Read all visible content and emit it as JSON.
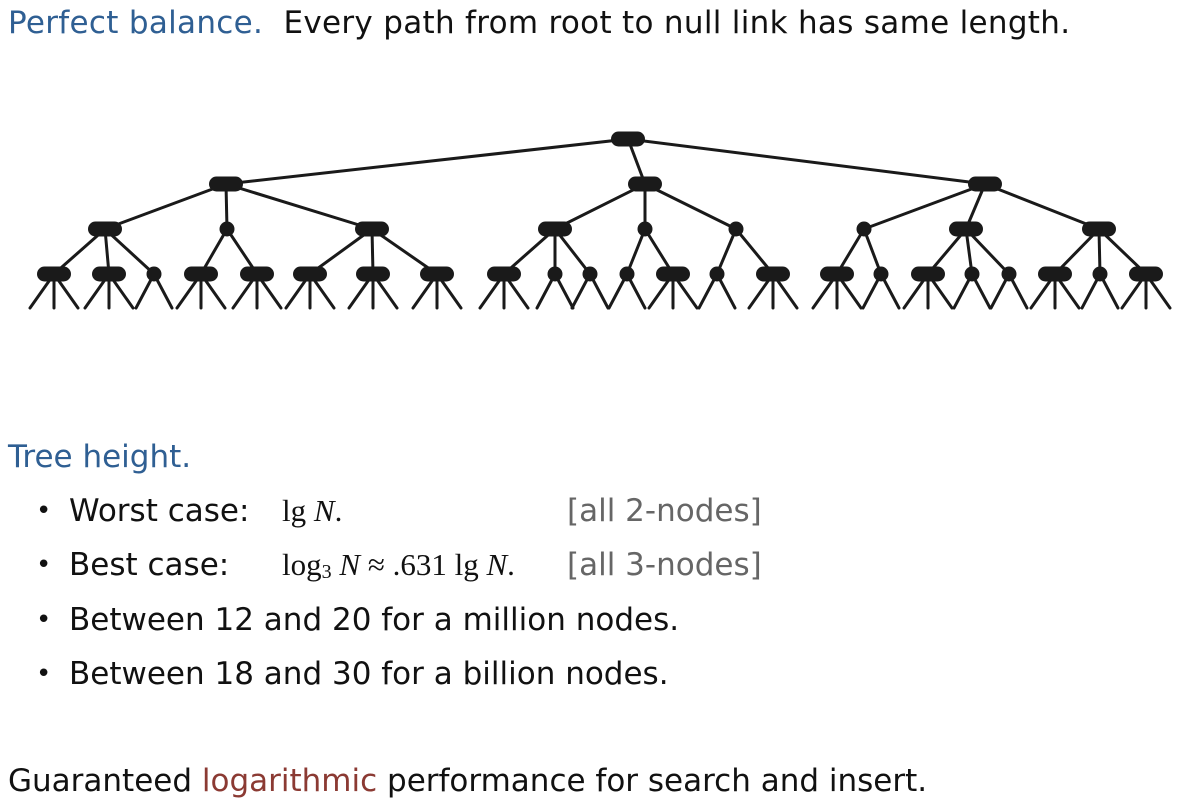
{
  "header": {
    "label": "Perfect balance.",
    "text": "Every path from root to null link has same length."
  },
  "tree_height": {
    "title": "Tree height.",
    "bullets": [
      {
        "text": "Worst case:",
        "math_parts": [
          "lg ",
          "N",
          "."
        ],
        "note": "[all 2-nodes]"
      },
      {
        "text": "Best case:",
        "math_parts": [
          "log",
          "3",
          " ",
          "N",
          " ≈ .631 lg ",
          "N",
          "."
        ],
        "note": "[all 3-nodes]"
      },
      {
        "text": "Between 12 and 20 for a million nodes."
      },
      {
        "text": "Between 18 and 30 for a billion nodes."
      }
    ]
  },
  "footer": {
    "before": "Guaranteed ",
    "highlight": "logarithmic",
    "after": " performance for search and insert."
  },
  "colors": {
    "accent_blue": "#2f5f93",
    "accent_red": "#8b3a33",
    "note_gray": "#666666",
    "node": "#1a1a1a"
  }
}
